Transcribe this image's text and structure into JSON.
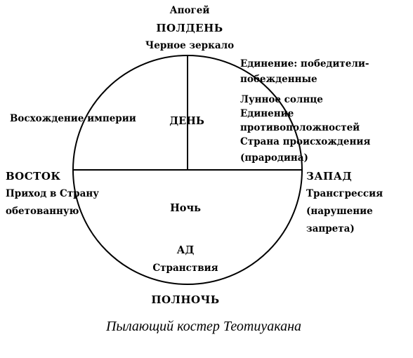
{
  "diagram": {
    "top": {
      "apogee": "Апогей",
      "noon": "ПОЛДЕНЬ",
      "mirror": "Черное зеркало"
    },
    "upper_right": {
      "line1": "Единение: победители-",
      "line2": "побежденные",
      "line3": "Лунное солнце",
      "line4": "Единение",
      "line5": "противоположностей",
      "line6": "Страна происхождения",
      "line7": "(прародина)"
    },
    "upper_left": "Восхождение империи",
    "day": "ДЕНЬ",
    "east": {
      "title": "ВОСТОК",
      "line1": "Приход в Страну",
      "line2": "обетованную"
    },
    "west": {
      "title": "ЗАПАД",
      "line1": "Трансгрессия",
      "line2": "(нарушение",
      "line3": "запрета)"
    },
    "night": "Ночь",
    "hell": "АД",
    "wanderings": "Странствия",
    "midnight": "ПОЛНОЧЬ",
    "caption": "Пылающий костер Теотиуакана"
  }
}
